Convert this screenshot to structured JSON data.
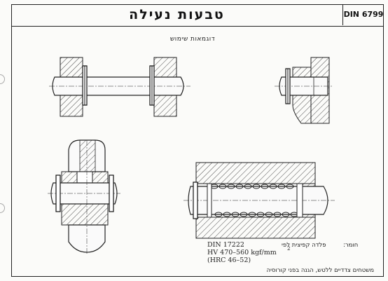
{
  "header": {
    "title": "טבעות נעילה",
    "din_number": "DIN 6799"
  },
  "subtitle": "דוגמאות שימוש",
  "notes": {
    "material_label": "חומר:",
    "material_desc": "פלדה קפיצית לפי",
    "din_ref": "DIN 17222",
    "hardness_hv": "HV 470–560 kgf/mm",
    "hardness_exp": "2",
    "hardness_hrc": "(HRC 46–52)"
  },
  "footer": "משטחים צדדיים ללטש, הגנה בפני קורוסיה"
}
